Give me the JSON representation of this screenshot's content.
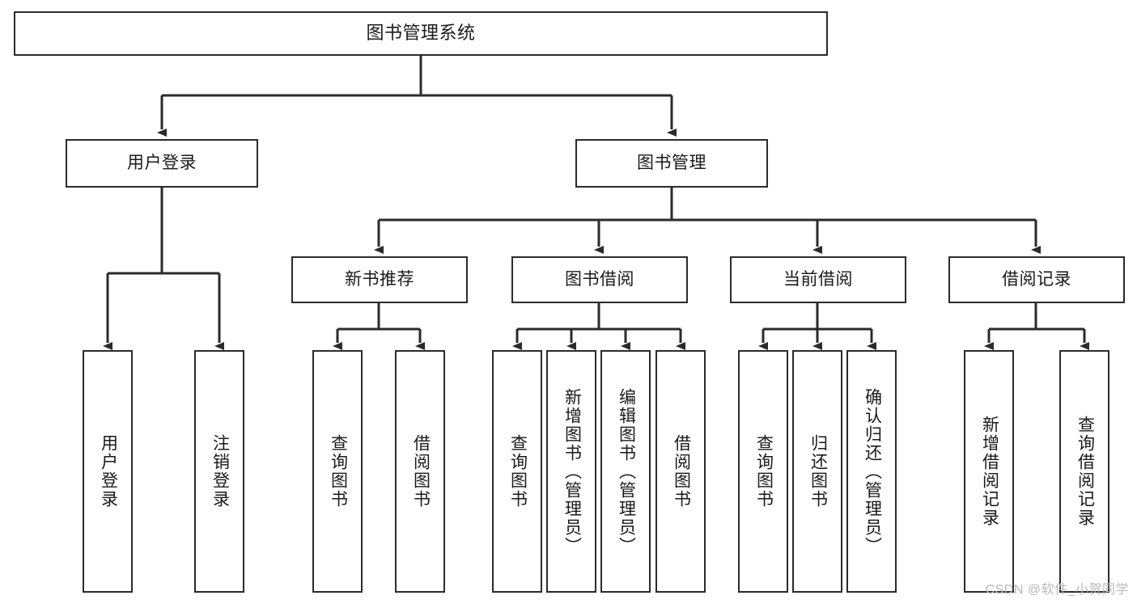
{
  "diagram": {
    "title": "图书管理系统",
    "type": "tree-hierarchy-diagram",
    "watermark": "CSDN @软件_小贺同学",
    "colors": {
      "box_border": "#2b2b2b",
      "box_fill": "#ffffff",
      "connector": "#2b2b2b",
      "text": "#1a1a1a",
      "watermark": "#b9b9b9"
    }
  },
  "nodes": {
    "root": {
      "label": "图书管理系统"
    },
    "level2": [
      {
        "label": "用户登录"
      },
      {
        "label": "图书管理"
      }
    ],
    "level3": [
      {
        "label": "新书推荐"
      },
      {
        "label": "图书借阅"
      },
      {
        "label": "当前借阅"
      },
      {
        "label": "借阅记录"
      }
    ],
    "leaves": {
      "user_login": [
        {
          "label": "用户登录"
        },
        {
          "label": "注销登录"
        }
      ],
      "new_book": [
        {
          "label": "查询图书"
        },
        {
          "label": "借阅图书"
        }
      ],
      "borrow_book": [
        {
          "label": "查询图书"
        },
        {
          "label": "新增图书（管理员）"
        },
        {
          "label": "编辑图书（管理员）"
        },
        {
          "label": "借阅图书"
        }
      ],
      "current_borrow": [
        {
          "label": "查询图书"
        },
        {
          "label": "归还图书"
        },
        {
          "label": "确认归还（管理员）"
        }
      ],
      "borrow_record": [
        {
          "label": "新增借阅记录"
        },
        {
          "label": "查询借阅记录"
        }
      ]
    }
  }
}
